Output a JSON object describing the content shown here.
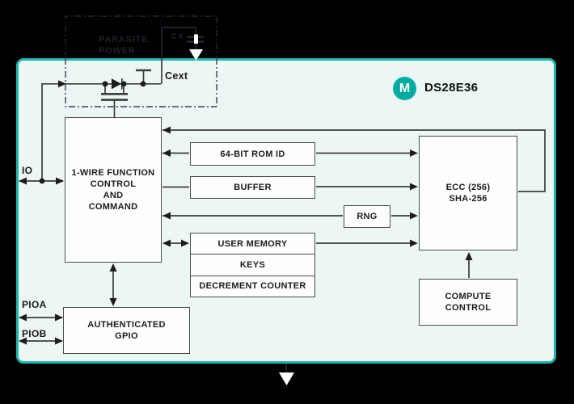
{
  "device": {
    "part_number": "DS28E36",
    "logo_letter": "M"
  },
  "pins": {
    "io": "IO",
    "pioa": "PIOA",
    "piob": "PIOB"
  },
  "parasite": {
    "title_line1": "PARASITE",
    "title_line2": "POWER",
    "cap_label": "CX",
    "cext_label": "Cext"
  },
  "blocks": {
    "onewire": [
      "1-WIRE FUNCTION",
      "CONTROL",
      "AND",
      "COMMAND"
    ],
    "rom_id": "64-BIT ROM ID",
    "buffer": "BUFFER",
    "rng": "RNG",
    "memory": [
      "USER MEMORY",
      "KEYS",
      "DECREMENT COUNTER"
    ],
    "ecc": [
      "ECC (256)",
      "SHA-256"
    ],
    "compute": [
      "COMPUTE",
      "CONTROL"
    ],
    "gpio": [
      "AUTHENTICATED",
      "GPIO"
    ]
  },
  "colors": {
    "background": "#000000",
    "panel_fill": "#ecf6f4",
    "panel_border": "#1db6a8",
    "logo_teal": "#00ada0",
    "wire": "#3d3d3d",
    "box_border": "#4d4d4d"
  }
}
